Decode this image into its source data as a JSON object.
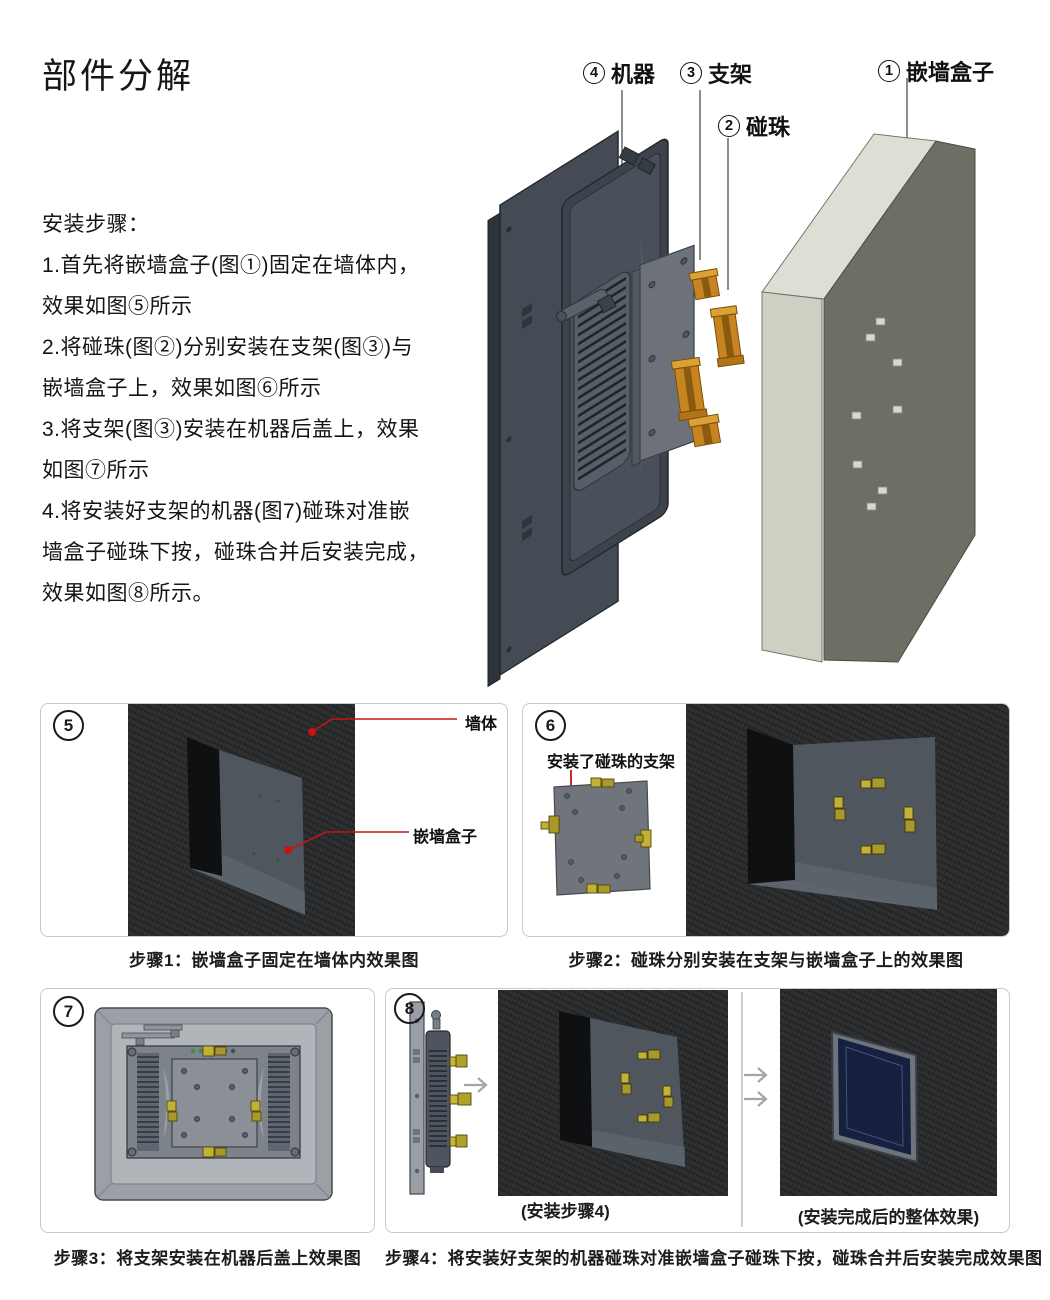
{
  "page": {
    "title": "部件分解"
  },
  "exploded": {
    "labels": [
      {
        "num": "4",
        "text": "机器"
      },
      {
        "num": "3",
        "text": "支架"
      },
      {
        "num": "1",
        "text": "嵌墙盒子"
      },
      {
        "num": "2",
        "text": "碰珠"
      }
    ]
  },
  "instructions": {
    "heading": "安装步骤：",
    "lines": [
      "1.首先将嵌墙盒子(图①)固定在墙体内，",
      "效果如图⑤所示",
      "2.将碰珠(图②)分别安装在支架(图③)与",
      "嵌墙盒子上，效果如图⑥所示",
      "3.将支架(图③)安装在机器后盖上，效果",
      "如图⑦所示",
      "4.将安装好支架的机器(图7)碰珠对准嵌",
      "墙盒子碰珠下按，碰珠合并后安装完成，",
      "效果如图⑧所示。"
    ]
  },
  "panels": {
    "p5": {
      "num": "5",
      "callout_wall": "墙体",
      "callout_box": "嵌墙盒子",
      "caption": "步骤1：嵌墙盒子固定在墙体内效果图"
    },
    "p6": {
      "num": "6",
      "callout": "安装了碰珠的支架",
      "caption": "步骤2：碰珠分别安装在支架与嵌墙盒子上的效果图"
    },
    "p7": {
      "num": "7",
      "caption": "步骤3：将支架安装在机器后盖上效果图"
    },
    "p8": {
      "num": "8",
      "sub1": "(安装步骤4)",
      "sub2": "(安装完成后的整体效果)",
      "caption": "步骤4：将安装好支架的机器碰珠对准嵌墙盒子碰珠下按，碰珠合并后安装完成效果图"
    }
  },
  "colors": {
    "leader_red": "#c41414",
    "catch_orange": "#c8851f",
    "catch_yellow": "#c2b135",
    "wall_dark": "#2b2d2f",
    "box_cream": "#dfded4",
    "box_face_gray": "#6e6e65",
    "machine_gray": "#454b55",
    "bracket_gray": "#6d727a",
    "screen_navy": "#17203e"
  }
}
